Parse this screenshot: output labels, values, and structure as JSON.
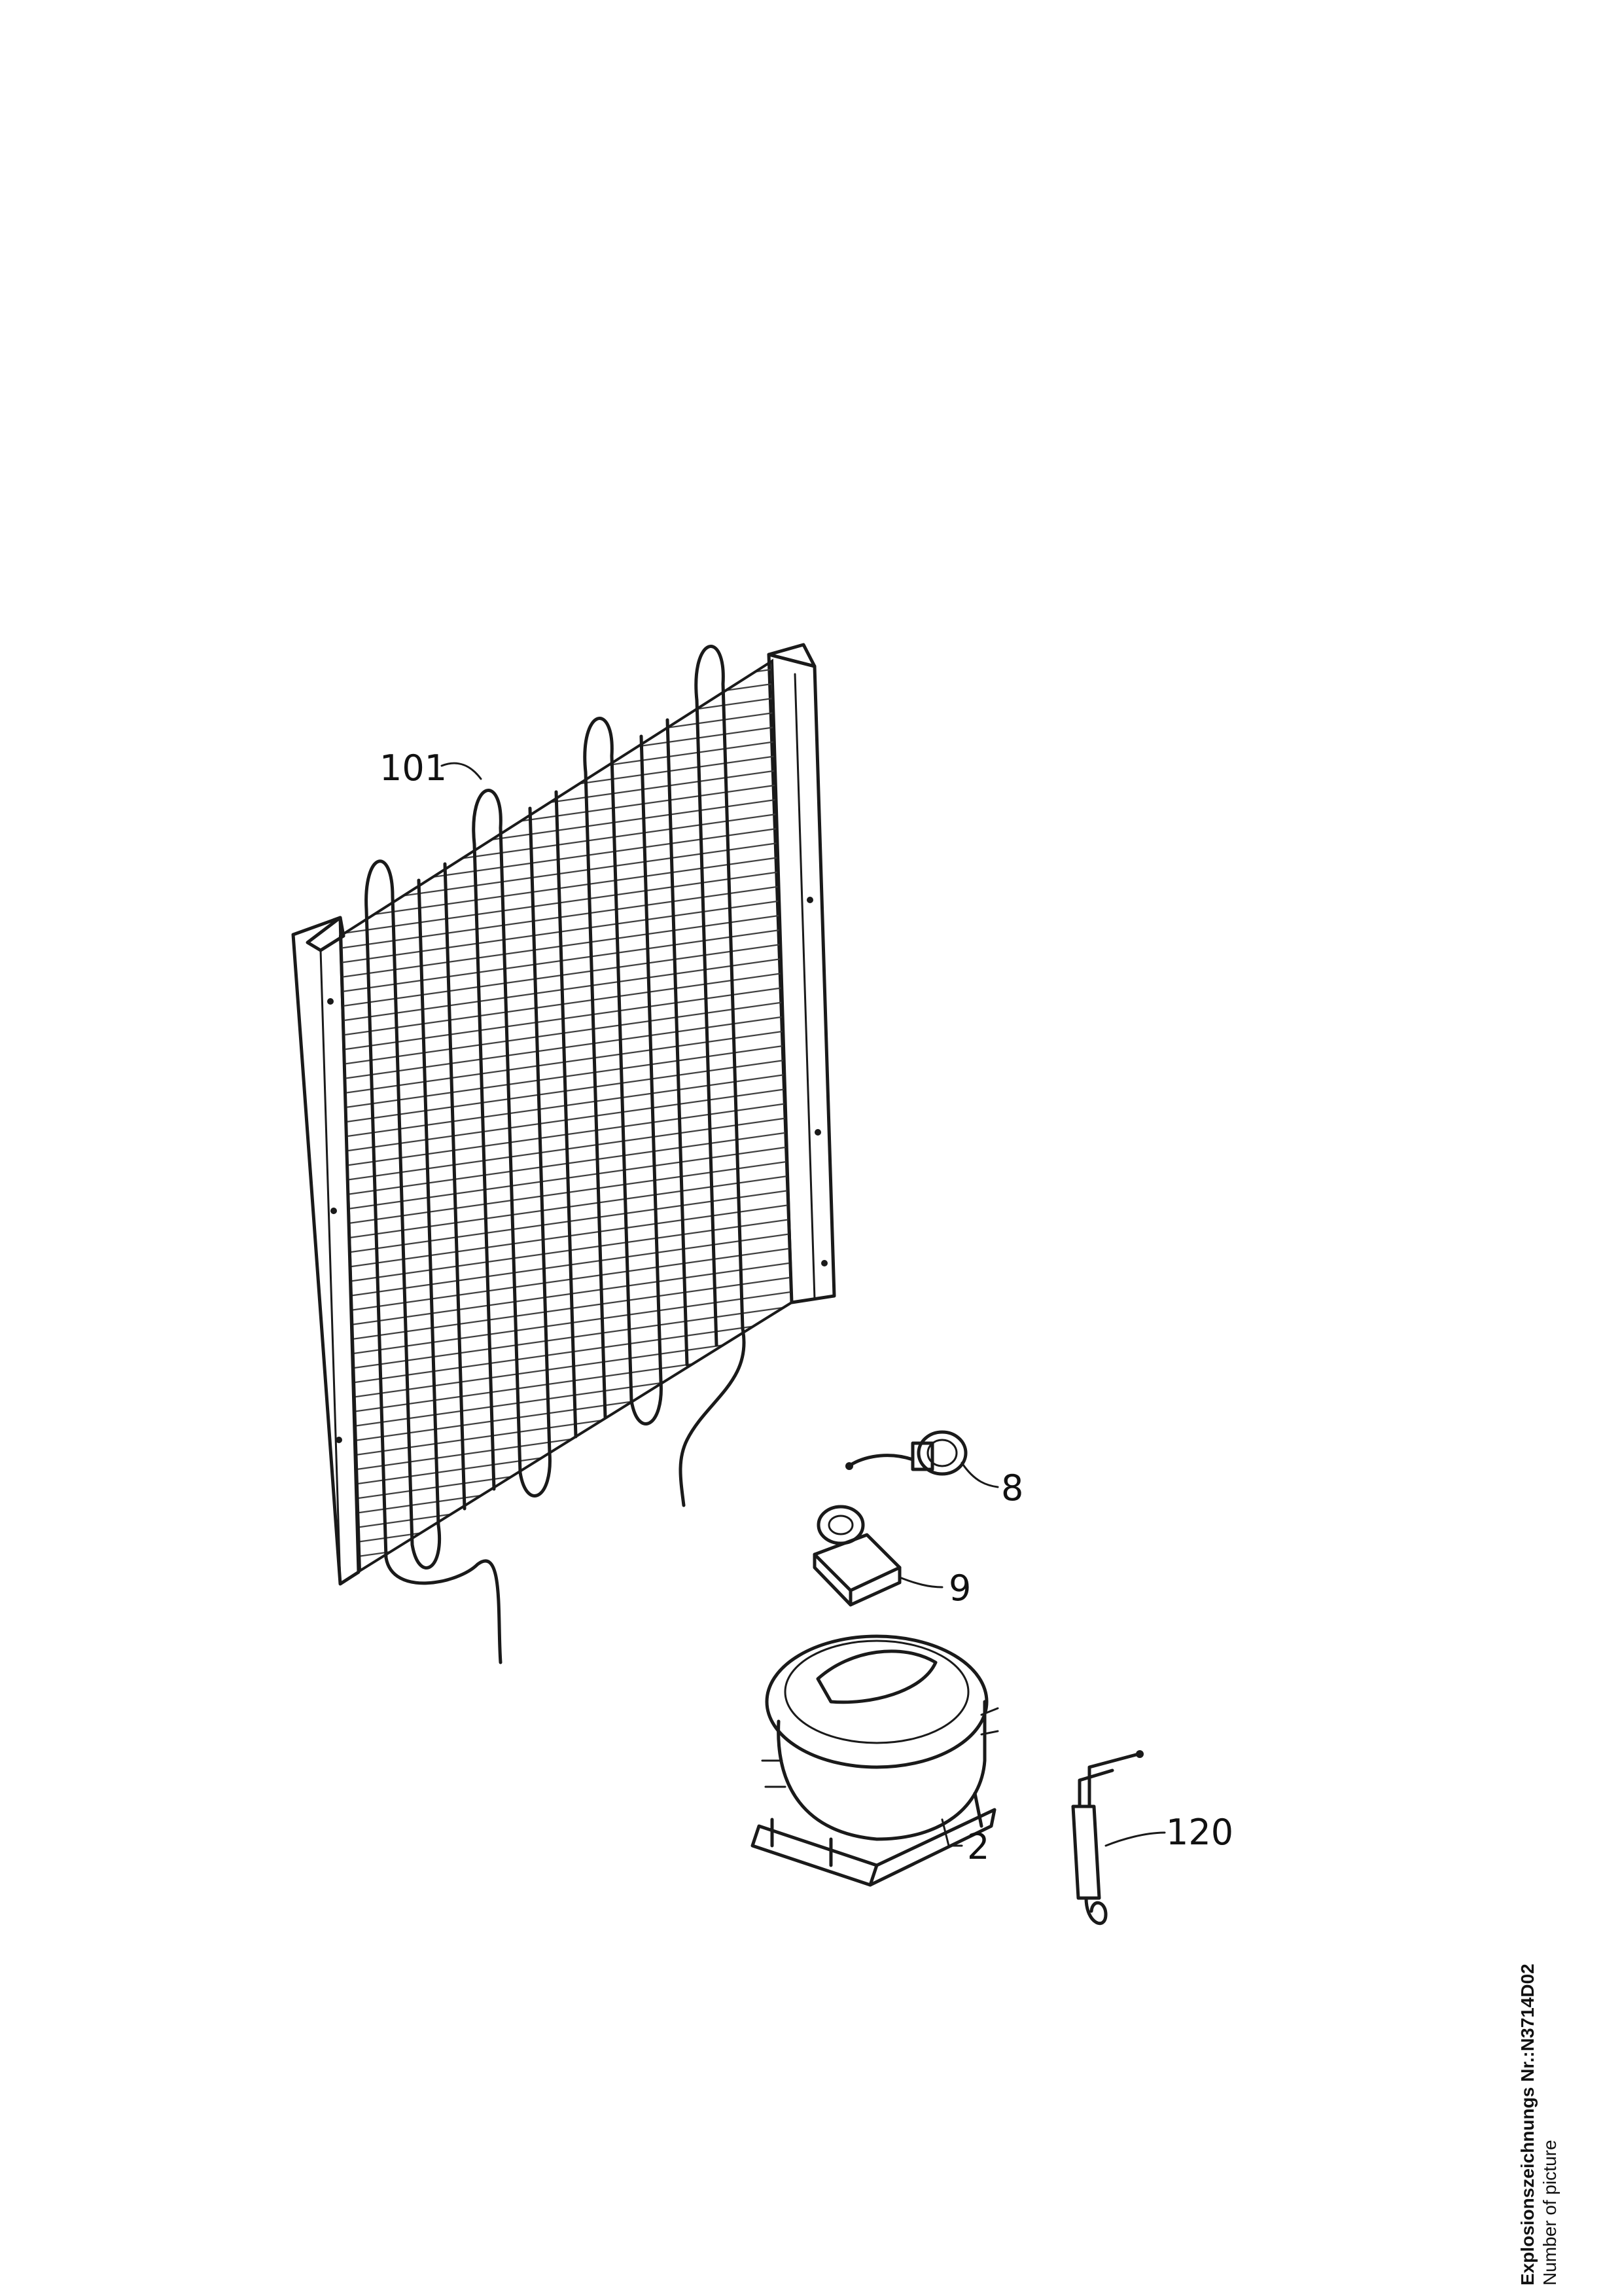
{
  "parts": [
    {
      "label": "101",
      "name": "condenser"
    },
    {
      "label": "8",
      "name": "overload-protector"
    },
    {
      "label": "9",
      "name": "starting-relay"
    },
    {
      "label": "2",
      "name": "compressor"
    },
    {
      "label": "120",
      "name": "drier-filter"
    }
  ],
  "caption": {
    "drawing_number": "Explosionszeichnungs Nr.:N3714D02",
    "subtitle": "Number of picture"
  },
  "colors": {
    "ink": "#1a1a1a",
    "background": "#ffffff"
  }
}
